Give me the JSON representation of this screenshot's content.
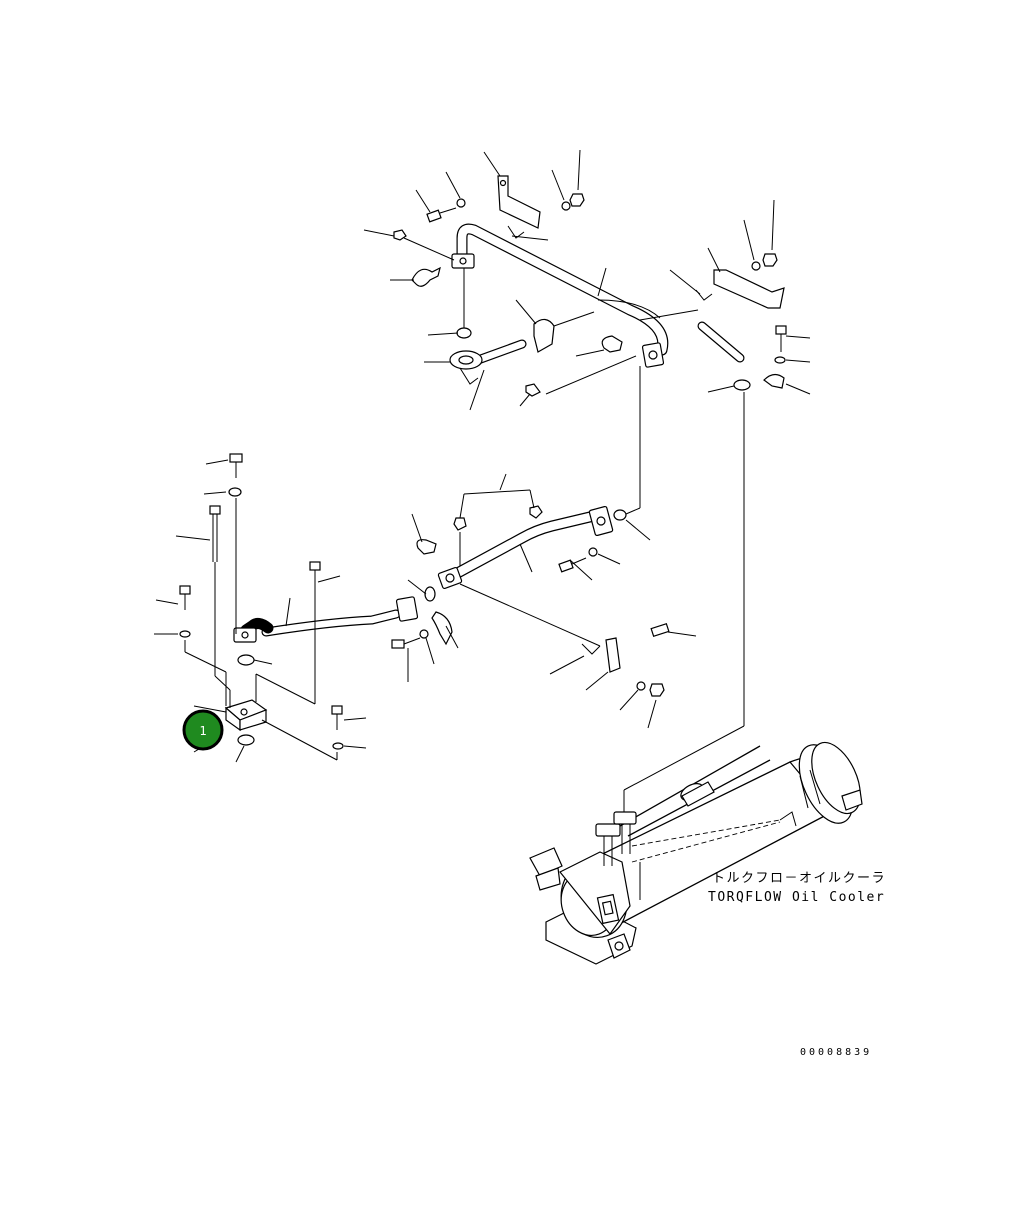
{
  "callouts": [
    {
      "label": "1",
      "color": "#1f8a1f",
      "ring": "#000000"
    }
  ],
  "labels": {
    "cooler_jp": "トルクフロ－オイルクーラ",
    "cooler_en": "TORQFLOW Oil Cooler",
    "drawing_number": "00008839"
  }
}
